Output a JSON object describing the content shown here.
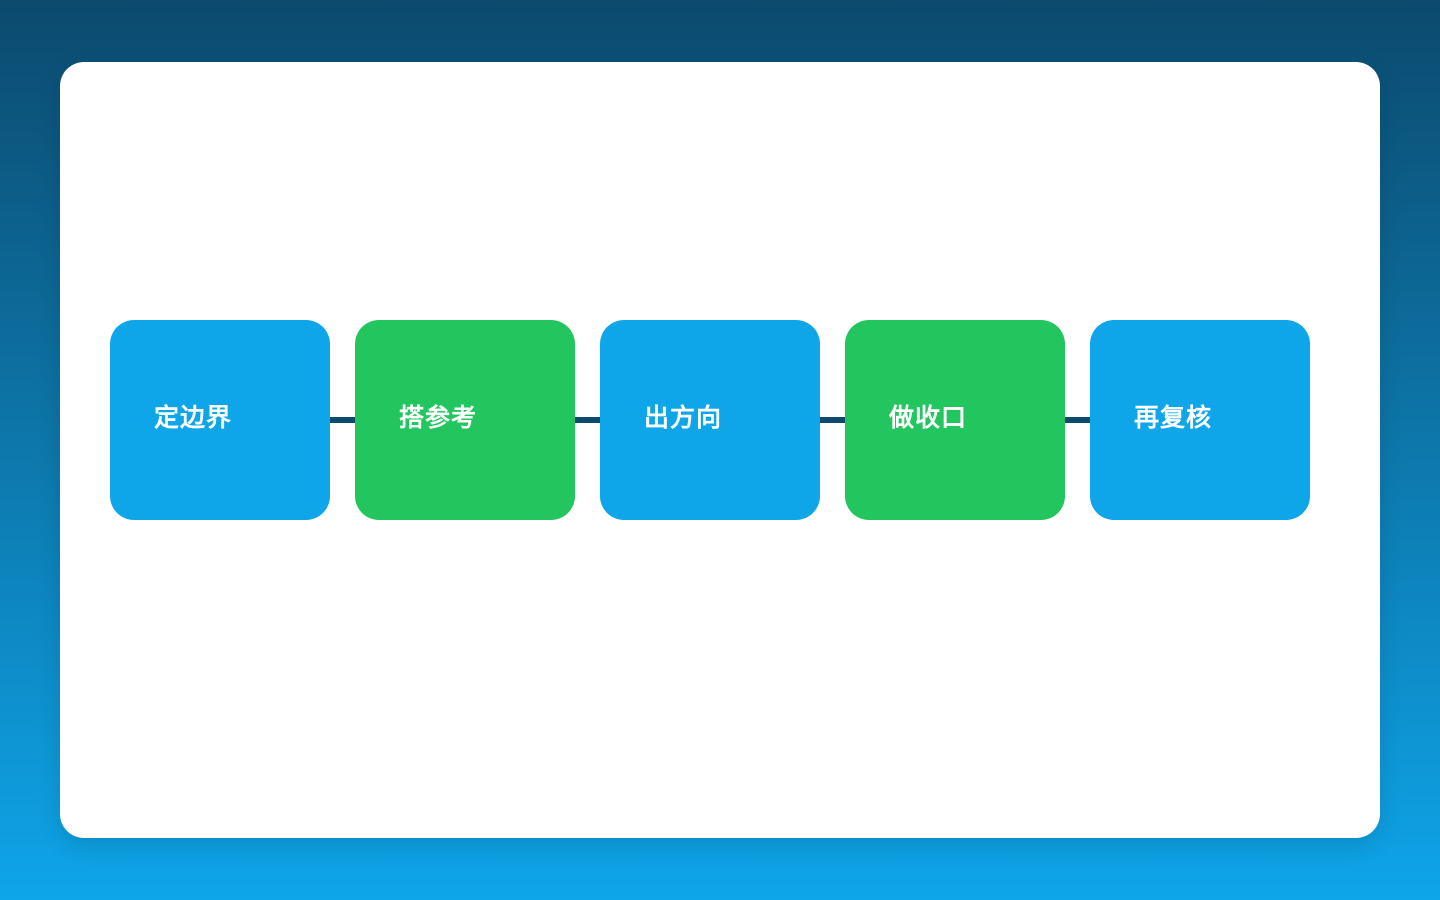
{
  "page": {
    "background_gradient": {
      "top": "#0c4a6e",
      "bottom": "#0ea5e9"
    },
    "card_color": "#ffffff"
  },
  "flow": {
    "text_color": "#ffffff",
    "connector_color": "#0c4a6e",
    "steps": [
      {
        "label": "定边界",
        "color": "#0ea5e9"
      },
      {
        "label": "搭参考",
        "color": "#22c55e"
      },
      {
        "label": "出方向",
        "color": "#0ea5e9"
      },
      {
        "label": "做收口",
        "color": "#22c55e"
      },
      {
        "label": "再复核",
        "color": "#0ea5e9"
      }
    ]
  }
}
